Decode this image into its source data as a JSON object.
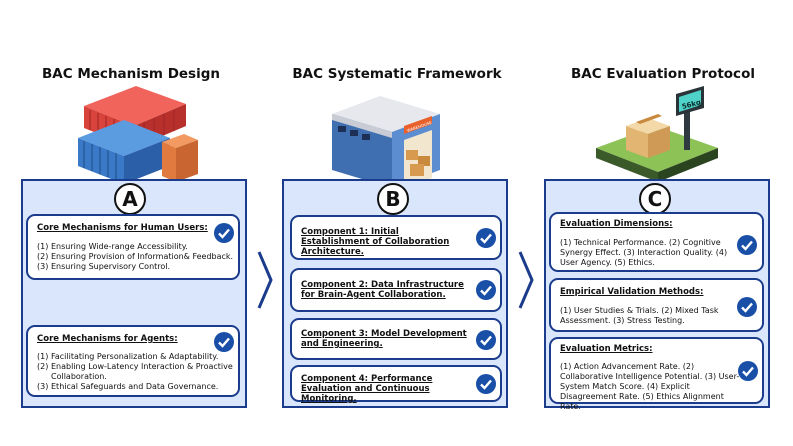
{
  "columns": [
    {
      "title": "BAC Mechanism Design",
      "badge": "A",
      "cards": [
        {
          "title": "Core Mechanisms for Human Users:",
          "items": [
            {
              "n": "(1)",
              "text": "Ensuring Wide-range Accessibility."
            },
            {
              "n": "(2)",
              "text": "Ensuring Provision of Information& Feedback."
            },
            {
              "n": "(3)",
              "text": "Ensuring Supervisory Control."
            }
          ]
        },
        {
          "title": "Core Mechanisms for Agents:",
          "items": [
            {
              "n": "(1)",
              "text": "Facilitating Personalization & Adaptability."
            },
            {
              "n": "(2)",
              "text": "Enabling Low-Latency Interaction & Proactive Collaboration."
            },
            {
              "n": "(3)",
              "text": "Ethical Safeguards and Data Governance."
            }
          ]
        }
      ]
    },
    {
      "title": "BAC Systematic Framework",
      "badge": "B",
      "cards": [
        {
          "title": "Component 1: Initial Establishment of Collaboration Architecture."
        },
        {
          "title": "Component 2: Data Infrastructure for Brain-Agent Collaboration."
        },
        {
          "title": "Component 3: Model Development and Engineering."
        },
        {
          "title": "Component 4: Performance Evaluation and Continuous Monitoring."
        }
      ]
    },
    {
      "title": "BAC Evaluation Protocol",
      "badge": "C",
      "cards": [
        {
          "title": "Evaluation Dimensions:",
          "body": "(1) Technical Performance. (2) Cognitive Synergy Effect. (3) Interaction Quality. (4) User Agency. (5) Ethics."
        },
        {
          "title": "Empirical Validation Methods:",
          "body": "(1) User Studies & Trials. (2) Mixed Task Assessment. (3) Stress Testing."
        },
        {
          "title": "Evaluation Metrics:",
          "body": "(1) Action Advancement Rate. (2) Collaborative Intelligence Potential. (3) User-System Match Score. (4) Explicit Disagreement Rate. (5) Ethics Alignment Rate."
        }
      ]
    }
  ],
  "scale_label": "56kg",
  "warehouse_sign": "WAREHOUSE",
  "colors": {
    "panel_border": "#1b3c8c",
    "panel_fill": "#d9e6fb",
    "check": "#1a4fa8"
  }
}
